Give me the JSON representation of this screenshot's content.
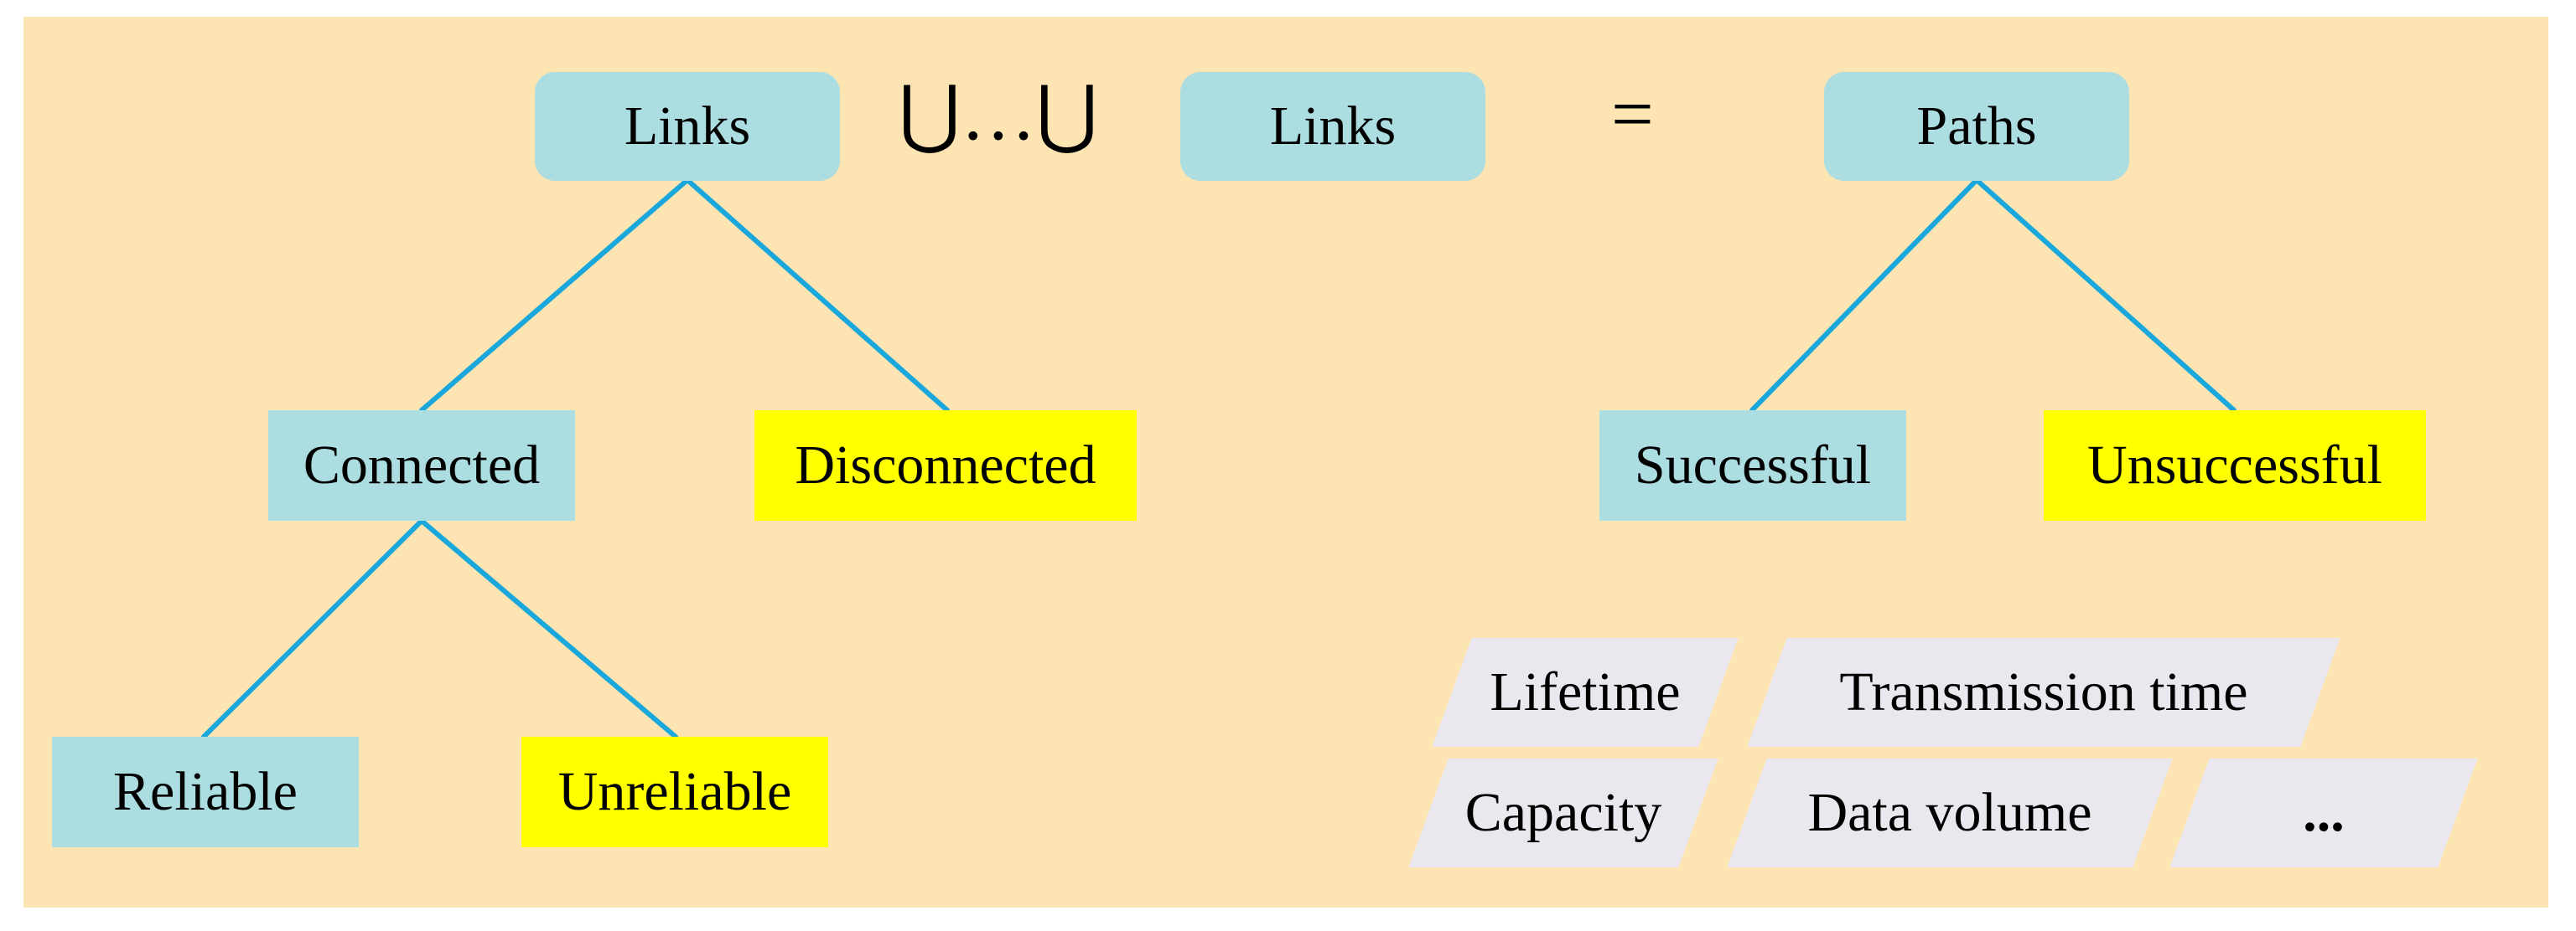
{
  "equation": {
    "left_root": "Links",
    "union_op": "⋃…⋃",
    "middle_box": "Links",
    "equals": "=",
    "right_root": "Paths"
  },
  "link_tree": {
    "level1": [
      "Connected",
      "Disconnected"
    ],
    "level2": [
      "Reliable",
      "Unreliable"
    ]
  },
  "path_tree": {
    "children": [
      "Successful",
      "Unsuccessful"
    ]
  },
  "metrics": [
    "Lifetime",
    "Transmission time",
    "Capacity",
    "Data volume",
    "..."
  ],
  "colors": {
    "background": "#fde5b3",
    "node_blue": "#abdde1",
    "node_yellow": "#ffff00",
    "edge": "#1aa7dc",
    "metric_box": "#ebe7ee"
  }
}
